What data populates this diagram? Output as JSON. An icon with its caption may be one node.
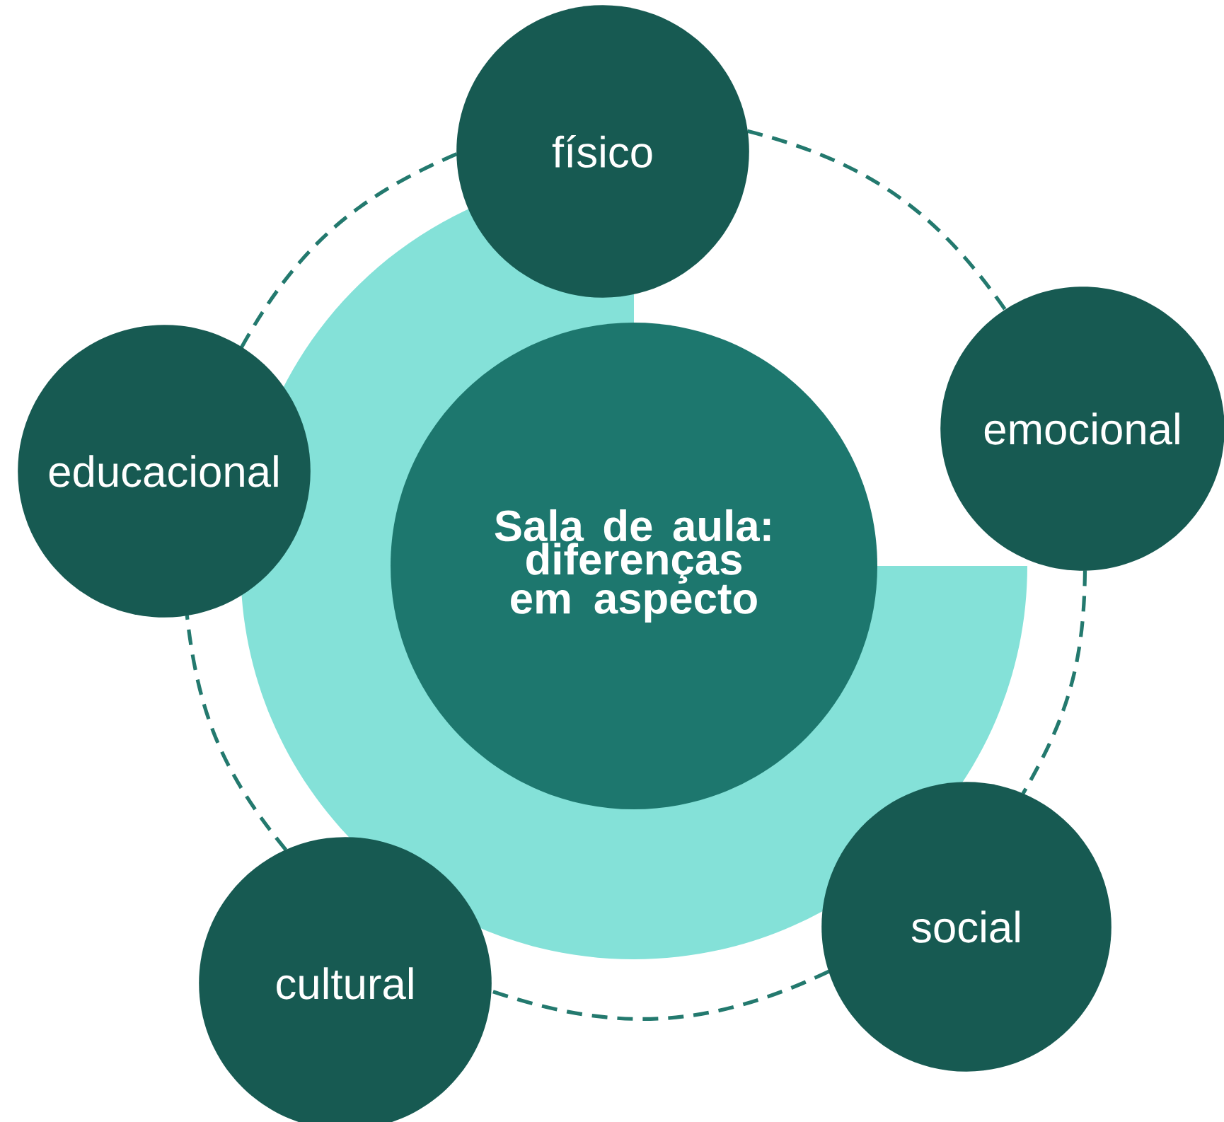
{
  "diagram": {
    "nodes": [
      {
        "text": [
          "Sala de aula: diferenças em aspecto"
        ]
      },
      {
        "text": [
          "físico"
        ]
      },
      {
        "text": [
          "emocional"
        ]
      },
      {
        "text": [
          "social"
        ]
      },
      {
        "text": [
          "cultural"
        ]
      },
      {
        "text": [
          "educacional"
        ]
      }
    ],
    "edges": [
      {
        "from": 1,
        "to": 2,
        "arrow": "none",
        "style": "dashed"
      },
      {
        "from": 2,
        "to": 3,
        "arrow": "none",
        "style": "dashed"
      },
      {
        "from": 3,
        "to": 4,
        "arrow": "none",
        "style": "dashed"
      },
      {
        "from": 4,
        "to": 5,
        "arrow": "none",
        "style": "dashed"
      },
      {
        "from": 5,
        "to": 1,
        "arrow": "none",
        "style": "dashed"
      }
    ]
  }
}
